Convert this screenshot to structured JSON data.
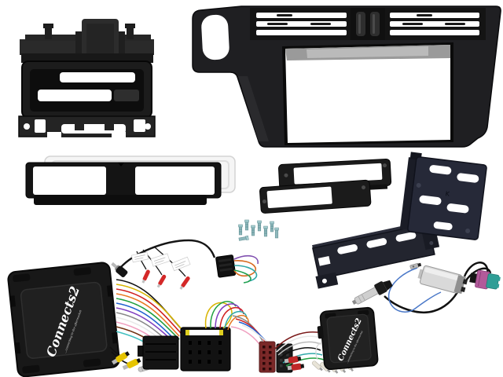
{
  "image_type": "product-photo",
  "subject": "car stereo double-DIN installation fitting kit on white background",
  "background_color": "#ffffff",
  "branding": {
    "logo": "Connects2",
    "tagline": "...connecting to the aftermarket",
    "logo_color": "#ffffff"
  },
  "markings": {
    "bracket_letter": "K"
  },
  "components": [
    {
      "name": "double-din-mounting-cage",
      "position": "top-left",
      "color": "#1c1c1c"
    },
    {
      "name": "audi-q5-dash-fascia-panel",
      "position": "top-right",
      "color": "#1f1f22",
      "features": [
        "twin air vents",
        "vent adjuster knobs",
        "large screen aperture",
        "side arm with oval cutout"
      ]
    },
    {
      "name": "double-din-fascia-plate-black",
      "position": "middle-left",
      "color": "#141414"
    },
    {
      "name": "fascia-backing-plate-white",
      "position": "middle-left",
      "color": "#f5f5f5"
    },
    {
      "name": "single-din-fascia-upper",
      "position": "middle-center",
      "color": "#1b1b1b"
    },
    {
      "name": "single-din-fascia-lower",
      "position": "middle-center",
      "color": "#1b1b1b"
    },
    {
      "name": "fixing-screws",
      "position": "center",
      "count": 8,
      "finish": "#8fb8bc"
    },
    {
      "name": "mounting-bracket-right",
      "position": "middle-right",
      "color": "#262938",
      "slots": 5
    },
    {
      "name": "mounting-bracket-lower",
      "position": "middle-right",
      "color": "#23252f",
      "slots": 3
    },
    {
      "name": "patch-lead-harness",
      "position": "center-left",
      "features": [
        "angled jack plug",
        "3 red bullet terminals",
        "3 white label flags",
        "multipin connector with looped wires"
      ]
    },
    {
      "name": "interface-box-primary",
      "position": "bottom-left",
      "color": "#181818",
      "branding": "Connects2"
    },
    {
      "name": "wiring-loom",
      "position": "bottom-center",
      "features": [
        "quadlock connector",
        "rear connector",
        "maroon ISO connector",
        "black ISO connector",
        "multicolour ribbon"
      ]
    },
    {
      "name": "rca-plugs-yellow",
      "count": 2,
      "color": "#e6c400"
    },
    {
      "name": "rca-plugs-red",
      "count": 2,
      "color": "#c02828"
    },
    {
      "name": "patch-connectors-cream",
      "count": 5,
      "color": "#e8e4d8"
    },
    {
      "name": "interface-box-secondary",
      "position": "bottom-right",
      "color": "#1b1b1b",
      "branding": "Connects2"
    },
    {
      "name": "antenna-amplifier-lead",
      "position": "bottom-right",
      "features": [
        "silver amplifier block",
        "double fakra connector",
        "DIN antenna plug",
        "blue wire with spade terminal"
      ]
    }
  ],
  "colors": {
    "plastic_black": "#1a1a1c",
    "bracket_steel": "#262938",
    "screw_finish": "#8fb8bc",
    "bullet_terminal_red": "#d42828",
    "rca_yellow": "#e6c400",
    "rca_red": "#c02828",
    "iso_maroon": "#7a2828",
    "fakra_violet": "#b25a9a",
    "fakra_teal": "#2f9e96",
    "amplifier_silver": "#d9d9d9",
    "blue_wire": "#4a78c8",
    "loom_wires": [
      "#111111",
      "#d8b400",
      "#d02020",
      "#e87820",
      "#20a040",
      "#2060d0",
      "#8040c0",
      "#888888",
      "#e8e8e8",
      "#f0a0c0",
      "#703010",
      "#40c0c0"
    ]
  }
}
